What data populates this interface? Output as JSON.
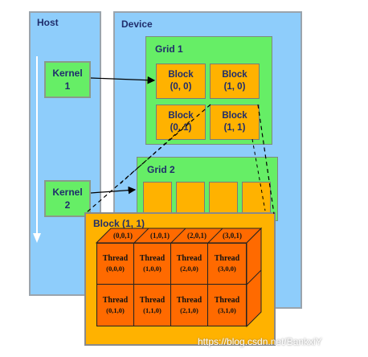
{
  "host": {
    "title": "Host"
  },
  "device": {
    "title": "Device"
  },
  "kernels": [
    {
      "label": "Kernel\n1"
    },
    {
      "label": "Kernel\n2"
    }
  ],
  "grid1": {
    "title": "Grid 1",
    "blocks": [
      {
        "label": "Block\n(0, 0)"
      },
      {
        "label": "Block\n(1, 0)"
      },
      {
        "label": "Block\n(0, 1)"
      },
      {
        "label": "Block\n(1, 1)"
      }
    ]
  },
  "grid2": {
    "title": "Grid 2"
  },
  "zoom_block": {
    "title": "Block (1, 1)",
    "depth_labels": [
      "(0,0,1)",
      "(1,0,1)",
      "(2,0,1)",
      "(3,0,1)"
    ],
    "threads": [
      {
        "name": "Thread",
        "id": "(0,0,0)"
      },
      {
        "name": "Thread",
        "id": "(1,0,0)"
      },
      {
        "name": "Thread",
        "id": "(2,0,0)"
      },
      {
        "name": "Thread",
        "id": "(3,0,0)"
      },
      {
        "name": "Thread",
        "id": "(0,1,0)"
      },
      {
        "name": "Thread",
        "id": "(1,1,0)"
      },
      {
        "name": "Thread",
        "id": "(2,1,0)"
      },
      {
        "name": "Thread",
        "id": "(3,1,0)"
      }
    ]
  },
  "watermark": "https://blog.csdn.net/BankxiY"
}
